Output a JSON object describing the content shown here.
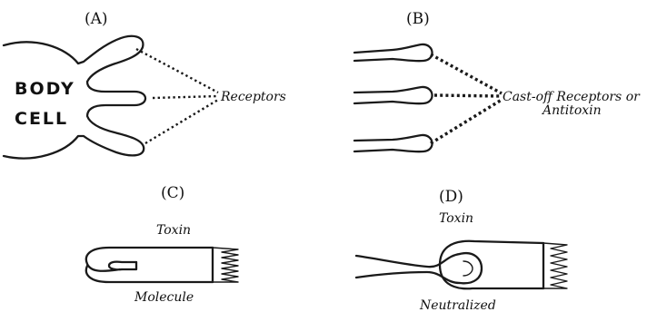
{
  "panels": {
    "a": {
      "label": "(A)",
      "cell_line1": "BODY",
      "cell_line2": "CELL",
      "receptors_label": "Receptors"
    },
    "b": {
      "label": "(B)",
      "line1": "Cast-off Receptors or",
      "line2": "Antitoxin"
    },
    "c": {
      "label": "(C)",
      "top_label": "Toxin",
      "bottom_label": "Molecule"
    },
    "d": {
      "label": "(D)",
      "top_label": "Toxin",
      "bottom_label": "Neutralized"
    }
  }
}
